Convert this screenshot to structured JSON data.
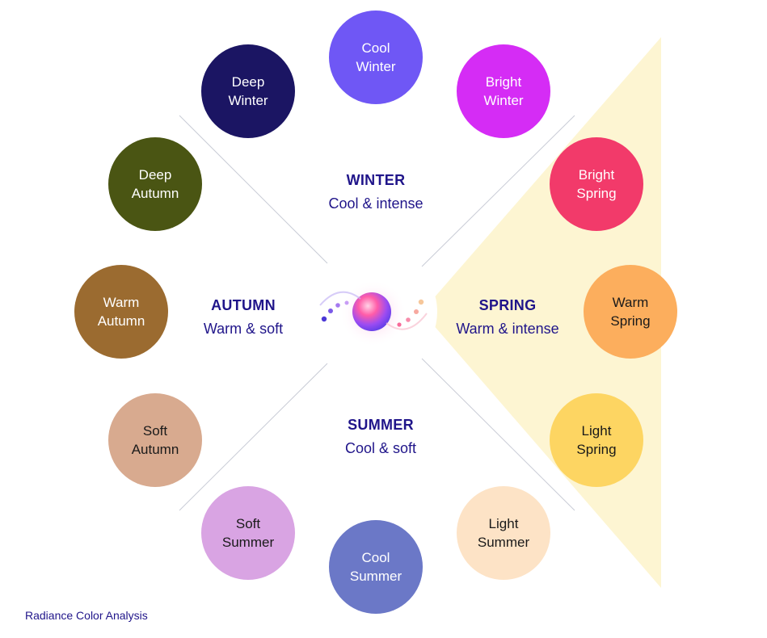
{
  "seasons": {
    "winter": {
      "name": "WINTER",
      "desc": "Cool & intense"
    },
    "autumn": {
      "name": "AUTUMN",
      "desc": "Warm & soft"
    },
    "spring": {
      "name": "SPRING",
      "desc": "Warm & intense"
    },
    "summer": {
      "name": "SUMMER",
      "desc": "Cool & soft"
    }
  },
  "palettes": [
    {
      "line1": "Cool",
      "line2": "Winter",
      "color": "#6f57f5",
      "text_color": "#ffffff"
    },
    {
      "line1": "Bright",
      "line2": "Winter",
      "color": "#d52cf5",
      "text_color": "#ffffff"
    },
    {
      "line1": "Bright",
      "line2": "Spring",
      "color": "#f23a6a",
      "text_color": "#ffffff"
    },
    {
      "line1": "Warm",
      "line2": "Spring",
      "color": "#fcae5d",
      "text_color": "#1a1a1a"
    },
    {
      "line1": "Light",
      "line2": "Spring",
      "color": "#fdd562",
      "text_color": "#1a1a1a"
    },
    {
      "line1": "Light",
      "line2": "Summer",
      "color": "#fde3c6",
      "text_color": "#1a1a1a"
    },
    {
      "line1": "Cool",
      "line2": "Summer",
      "color": "#6b78c7",
      "text_color": "#ffffff"
    },
    {
      "line1": "Soft",
      "line2": "Summer",
      "color": "#d9a4e3",
      "text_color": "#1a1a1a"
    },
    {
      "line1": "Soft",
      "line2": "Autumn",
      "color": "#d8aa8f",
      "text_color": "#1a1a1a"
    },
    {
      "line1": "Warm",
      "line2": "Autumn",
      "color": "#9b6b30",
      "text_color": "#ffffff"
    },
    {
      "line1": "Deep",
      "line2": "Autumn",
      "color": "#4a5513",
      "text_color": "#ffffff"
    },
    {
      "line1": "Deep",
      "line2": "Winter",
      "color": "#1b1563",
      "text_color": "#ffffff"
    }
  ],
  "highlight_color": "#fdf5d2",
  "divider_color": "#c9ccd6",
  "center_icon": "color-orb-logo",
  "footer": {
    "brand": "Radiance Color Analysis"
  }
}
